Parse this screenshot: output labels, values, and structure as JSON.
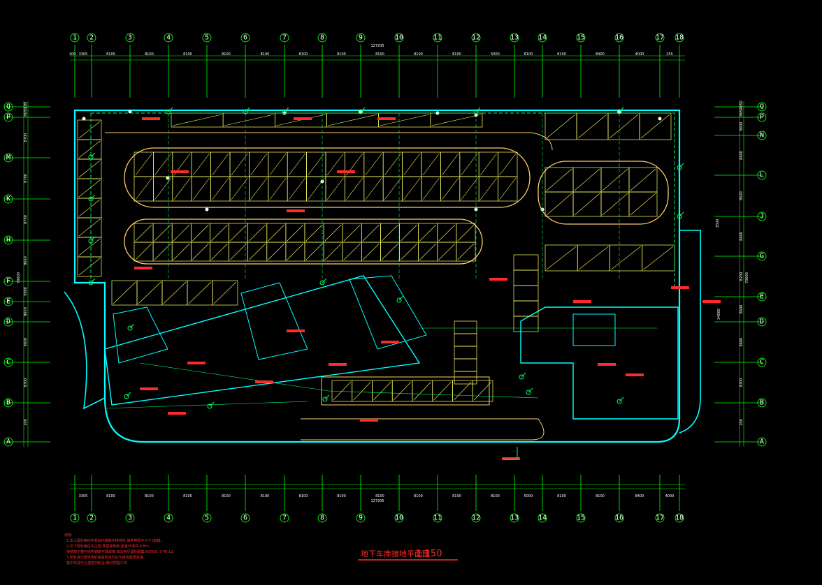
{
  "drawing": {
    "title": "地下车库接地平面图",
    "scale": "1:150",
    "colors": {
      "background": "#000000",
      "axis": "#00ff00",
      "wall": "#00ffff",
      "parking": "#ffff66",
      "driveway": "#ffcc66",
      "annotation": "#ff2a2a",
      "text": "#ffffff"
    }
  },
  "axes": {
    "columns": [
      "1",
      "2",
      "3",
      "4",
      "5",
      "6",
      "7",
      "8",
      "9",
      "10",
      "11",
      "12",
      "13",
      "14",
      "15",
      "16",
      "17",
      "18"
    ],
    "rows_left": [
      "Q",
      "P",
      "M",
      "K",
      "H",
      "F",
      "E",
      "D",
      "C",
      "B",
      "A"
    ],
    "rows_right": [
      "Q",
      "P",
      "N",
      "L",
      "J",
      "G",
      "E",
      "D",
      "C",
      "B",
      "A"
    ]
  },
  "dimensions": {
    "total_width": "127205",
    "top_spans": [
      "100",
      "3305",
      "8100",
      "8100",
      "8100",
      "8100",
      "8100",
      "8100",
      "8100",
      "8100",
      "8100",
      "8100",
      "5000",
      "8100",
      "8100",
      "8400",
      "4000",
      "255"
    ],
    "bottom_spans": [
      "3305",
      "8100",
      "8100",
      "8100",
      "8100",
      "8100",
      "8100",
      "8100",
      "8100",
      "8100",
      "8100",
      "8100",
      "5000",
      "8100",
      "8100",
      "8400",
      "4000",
      "255"
    ],
    "left_spans": [
      "100",
      "8650",
      "8700",
      "8700",
      "8700",
      "8650",
      "5000",
      "8650",
      "8650",
      "8300",
      "200"
    ],
    "left_total": "70000",
    "right_spans": [
      "2650",
      "8650",
      "8600",
      "8600",
      "8500",
      "8600",
      "8200",
      "8600",
      "8600",
      "8300",
      "200"
    ],
    "right_total": "70000",
    "right_partial": "34000",
    "side_note": "3500"
  },
  "notes": {
    "heading": "说明:",
    "lines": [
      "1.本工程利用结构基础内钢筋作接地体,接地电阻不大于1欧姆。",
      "2.引下线利用柱内主筋,预留接地板,距室外地坪-0.8m。",
      "  接地端子箱与结构钢筋可靠焊接,做法参见国标图集03D501-3 P8-12。",
      "3.所有进出建筑物的金属管道均应与接地装置连接。",
      "  施工时请与土建密切配合,做好预埋工作。"
    ]
  }
}
